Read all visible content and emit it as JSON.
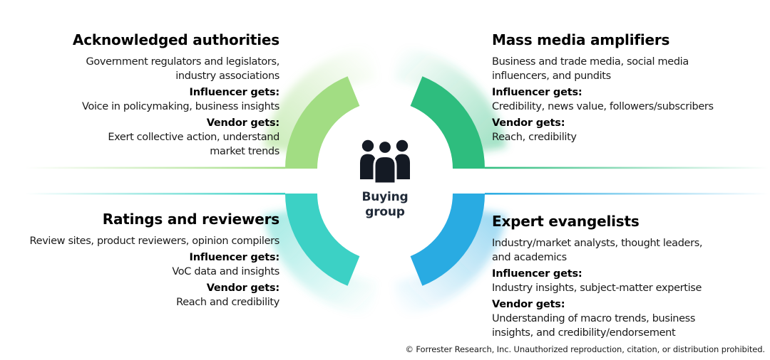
{
  "colors": {
    "green_light": "#A2DD83",
    "green": "#2EBD7E",
    "teal": "#3CD1C5",
    "blue": "#29ABE2",
    "ink": "#1A1A1A",
    "title": "#000000",
    "navy": "#202A38",
    "icon": "#141A24"
  },
  "center": {
    "icon": "people-group-icon",
    "label": "Buying group"
  },
  "quadrants": {
    "top_left": {
      "title": "Acknowledged authorities",
      "description_lines": [
        "Government regulators and legislators,",
        "industry associations"
      ],
      "influencer_label": "Influencer gets:",
      "influencer_lines": [
        "Voice in policymaking, business insights"
      ],
      "vendor_label": "Vendor gets:",
      "vendor_lines": [
        "Exert collective action, understand",
        "market trends"
      ]
    },
    "top_right": {
      "title": "Mass media amplifiers",
      "description_lines": [
        "Business and trade media, social media",
        "influencers, and pundits"
      ],
      "influencer_label": "Influencer gets:",
      "influencer_lines": [
        "Credibility, news value, followers/subscribers"
      ],
      "vendor_label": "Vendor gets:",
      "vendor_lines": [
        "Reach, credibility"
      ]
    },
    "bottom_left": {
      "title": "Ratings and reviewers",
      "description_lines": [
        "Review sites, product reviewers, opinion compilers"
      ],
      "influencer_label": "Influencer gets:",
      "influencer_lines": [
        "VoC data and insights"
      ],
      "vendor_label": "Vendor gets:",
      "vendor_lines": [
        "Reach and credibility"
      ]
    },
    "bottom_right": {
      "title": "Expert evangelists",
      "description_lines": [
        "Industry/market analysts, thought leaders,",
        "and academics"
      ],
      "influencer_label": "Influencer gets:",
      "influencer_lines": [
        "Industry insights, subject-matter expertise"
      ],
      "vendor_label": "Vendor gets:",
      "vendor_lines": [
        "Understanding of macro trends, business",
        "insights, and credibility/endorsement"
      ]
    }
  },
  "footer": {
    "copyright": "© Forrester Research, Inc. Unauthorized reproduction, citation, or distribution prohibited."
  }
}
